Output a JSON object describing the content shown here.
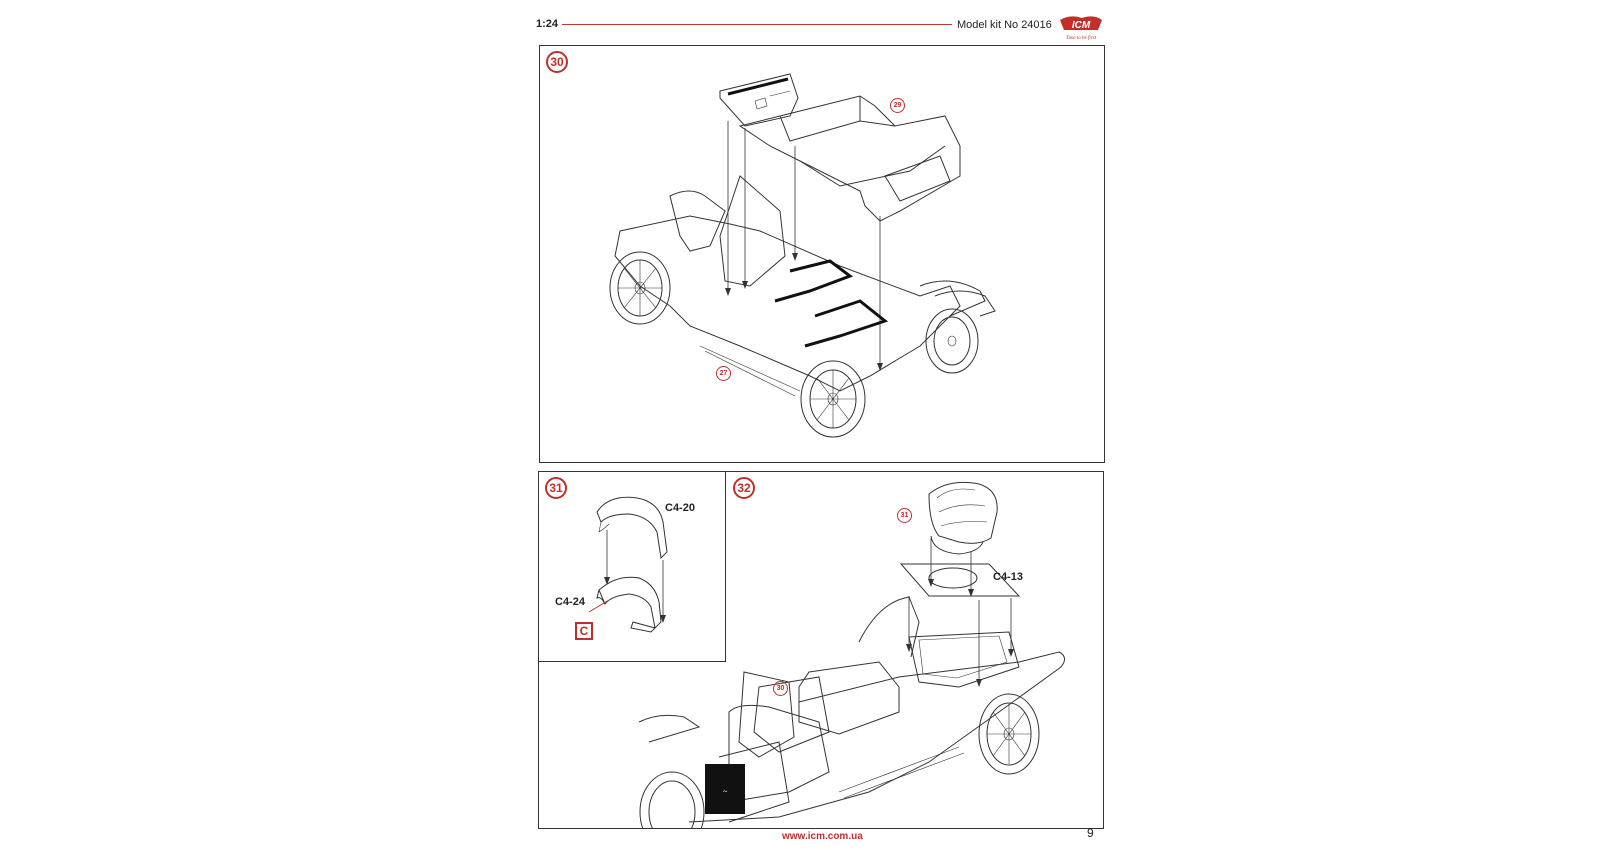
{
  "header": {
    "scale": "1:24",
    "kit": "Model kit No 24016",
    "brand": "ICM",
    "tagline": "Time to be first"
  },
  "steps": {
    "s30": {
      "num": "30",
      "refs": [
        "29",
        "27"
      ]
    },
    "s31": {
      "num": "31",
      "parts": [
        "C4-20",
        "C4-24"
      ],
      "sprue": "C"
    },
    "s32": {
      "num": "32",
      "parts": [
        "C4-13"
      ],
      "refs": [
        "31",
        "30"
      ]
    }
  },
  "footer": {
    "url": "www.icm.com.ua",
    "page": "9"
  },
  "colors": {
    "accent": "#c0302b",
    "line": "#333333"
  }
}
